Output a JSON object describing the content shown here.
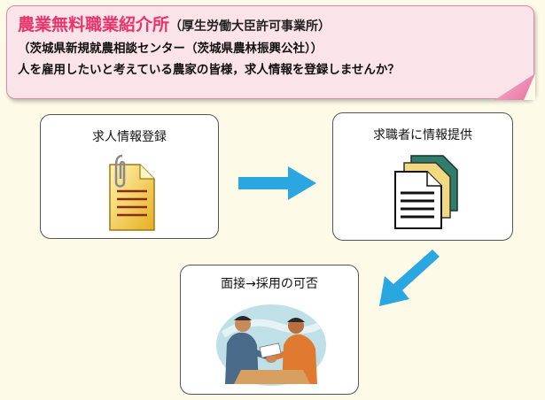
{
  "header": {
    "title_main": "農業無料職業紹介所",
    "title_sub": "（厚生労働大臣許可事業所）",
    "line2": "（茨城県新規就農相談センター（茨城県農林振興公社））",
    "line3": "人を雇用したいと考えている農家の皆様，求人情報を登録しませんか？"
  },
  "steps": [
    {
      "label": "求人情報登録",
      "icon": "clipboard-document-icon"
    },
    {
      "label": "求職者に情報提供",
      "icon": "stacked-documents-icon"
    },
    {
      "label": "面接→採用の可否",
      "icon": "interview-handshake-illustration"
    }
  ],
  "colors": {
    "title": "#e8336b",
    "header_bg": "#fbe3ea",
    "arrow": "#2aa7e0",
    "page_bg": "#fdfbe8"
  }
}
